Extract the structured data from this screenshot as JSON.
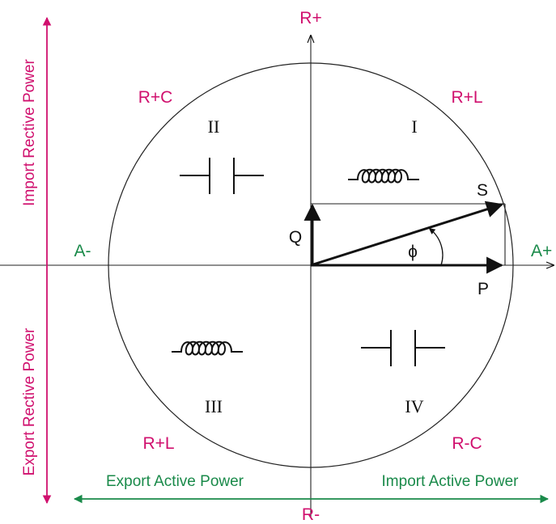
{
  "axes": {
    "r_plus": "R+",
    "r_minus": "R-",
    "a_plus": "A+",
    "a_minus": "A-"
  },
  "quadrants": {
    "q1": {
      "numeral": "I",
      "corner": "R+L",
      "component": "inductor"
    },
    "q2": {
      "numeral": "II",
      "corner": "R+C",
      "component": "capacitor"
    },
    "q3": {
      "numeral": "III",
      "corner": "R+L",
      "component": "inductor"
    },
    "q4": {
      "numeral": "IV",
      "corner": "R-C",
      "component": "capacitor"
    }
  },
  "vectors": {
    "s": "S",
    "p": "P",
    "q": "Q",
    "phi": "ϕ"
  },
  "sides": {
    "import_reactive": "Import Rective Power",
    "export_reactive": "Export Rective Power",
    "export_active": "Export Active Power",
    "import_active": "Import Active Power"
  },
  "colors": {
    "magenta": "#d0106e",
    "green": "#1a8a4a",
    "black": "#111111"
  }
}
